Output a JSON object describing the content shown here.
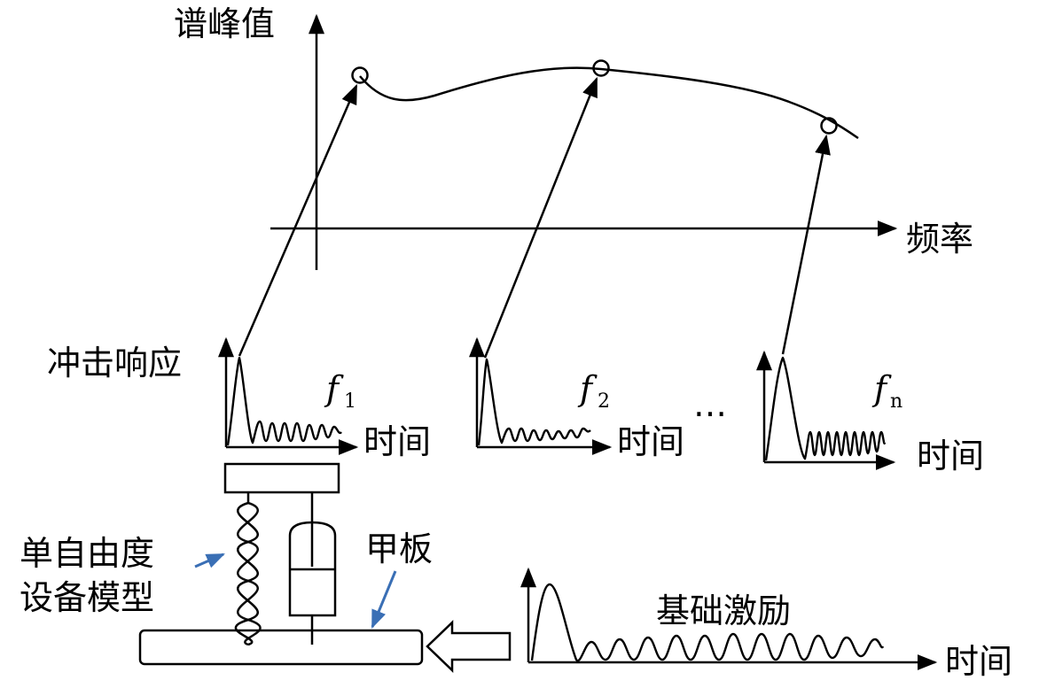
{
  "spectrum": {
    "y_label": "谱峰值",
    "x_label": "频率"
  },
  "responses": [
    {
      "title": "冲击响应",
      "freq_symbol": "f",
      "freq_subscript": "1",
      "time_label": "时间"
    },
    {
      "title": "",
      "freq_symbol": "f",
      "freq_subscript": "2",
      "time_label": "时间"
    },
    {
      "title": "",
      "freq_symbol": "f",
      "freq_subscript": "n",
      "time_label": "时间"
    }
  ],
  "ellipsis": "…",
  "model": {
    "label_line1": "单自由度",
    "label_line2": "设备模型",
    "deck_label": "甲板"
  },
  "excitation": {
    "title": "基础激励",
    "time_label": "时间"
  },
  "colors": {
    "ink": "#000000",
    "pointer": "#3a6fb5"
  }
}
